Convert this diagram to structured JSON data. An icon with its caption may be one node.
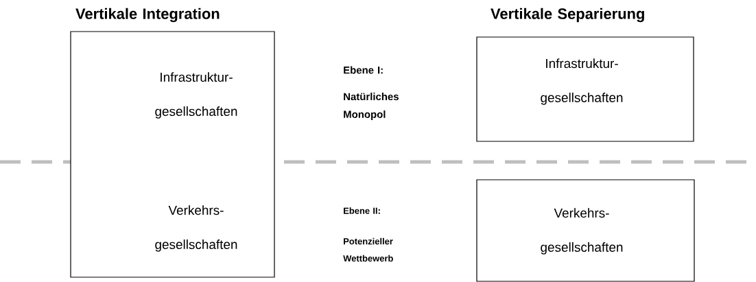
{
  "diagram": {
    "nodes": [
      {
        "text": [
          "Infrastruktur- gesellschaften",
          "Verkehrs- gesellschaften"
        ]
      },
      {
        "text": [
          "Infrastruktur- gesellschaften"
        ]
      },
      {
        "text": [
          "Verkehrs- gesellschaften"
        ]
      }
    ],
    "labels": [
      "Vertikale Integration",
      "Vertikale Separierung",
      "Ebene I:",
      "Natürliches Monopol",
      "Ebene II:",
      "Potenzieller Wettbewerb"
    ]
  }
}
